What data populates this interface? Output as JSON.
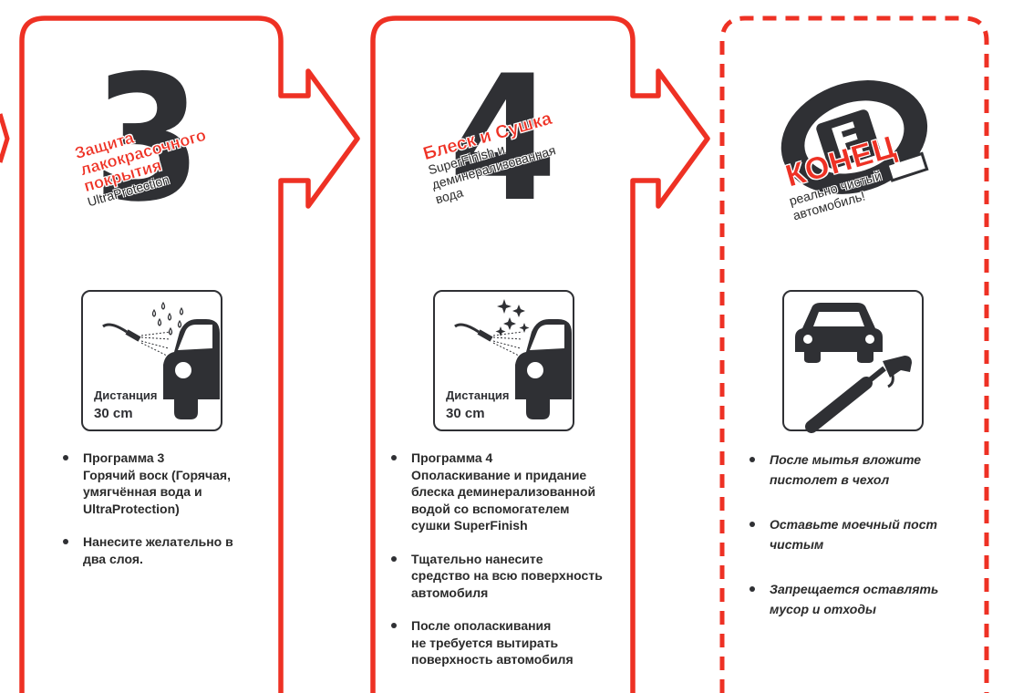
{
  "colors": {
    "accent": "#ee3124",
    "ink": "#2f3034"
  },
  "panel3": {
    "number": "3",
    "title_line1": "Защита",
    "title_line2": "лакокрасочного",
    "title_line3": "покрытия",
    "subtitle": "UltraProtection",
    "pictogram_icon": "pressure-washer-droplets-icon",
    "distance_label": "Дистанция",
    "distance_value": "30 cm",
    "bullets": [
      {
        "line1": "Программа 3",
        "line2": "Горячий воск (Горячая,",
        "line3": "умягчённая вода и",
        "line4": "UltraProtection)"
      },
      {
        "line1": "Нанесите желательно в",
        "line2": "два слоя."
      }
    ]
  },
  "panel4": {
    "number": "4",
    "title": "Блеск и Сушка",
    "subtitle_line1": "SuperFinish и",
    "subtitle_line2": "деминерализованная",
    "subtitle_line3": "вода",
    "pictogram_icon": "pressure-washer-sparkles-icon",
    "distance_label": "Дистанция",
    "distance_value": "30 cm",
    "bullets": [
      {
        "line1": "Программа 4",
        "line2": "Ополаскивание и придание",
        "line3": "блеска деминерализованной",
        "line4": "водой со вспомогателем",
        "line5": "сушки SuperFinish"
      },
      {
        "line1": "Тщательно нанесите",
        "line2": "средство на всю поверхность",
        "line3": "автомобиля"
      },
      {
        "line1": "После ополаскивания",
        "line2": "не требуется вытирать",
        "line3": "поверхность автомобиля"
      }
    ]
  },
  "panelEnd": {
    "badge_letter": "E",
    "title": "КОНЕЦ",
    "subtitle_line1": "реально чистый",
    "subtitle_line2": "автомобиль!",
    "pictogram_icon": "car-and-holstered-gun-icon",
    "bullets": [
      {
        "line1": "После мытья вложите",
        "line2": "пистолет в чехол"
      },
      {
        "line1": "Оставьте моечный пост",
        "line2": "чистым"
      },
      {
        "line1": "Запрещается оставлять",
        "line2": "мусор и отходы"
      }
    ]
  }
}
